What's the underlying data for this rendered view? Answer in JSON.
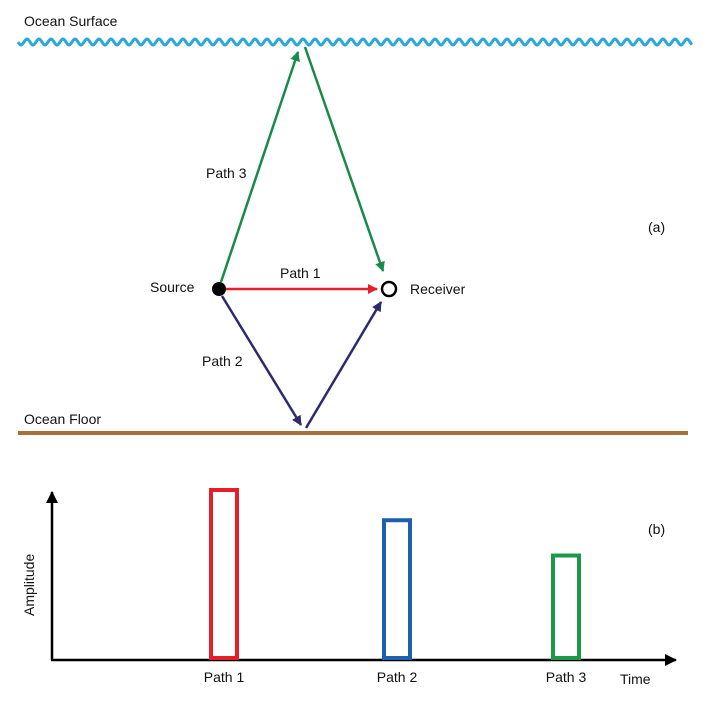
{
  "panel_a": {
    "label": "(a)",
    "surface_label": "Ocean Surface",
    "floor_label": "Ocean Floor",
    "source_label": "Source",
    "receiver_label": "Receiver",
    "paths": [
      {
        "label": "Path 1",
        "color": "#e3202a"
      },
      {
        "label": "Path 2",
        "color": "#2b2a6e"
      },
      {
        "label": "Path 3",
        "color": "#1a8a4b"
      }
    ],
    "surface_color": "#2aa9e0",
    "floor_color": "#a5703a"
  },
  "panel_b": {
    "label": "(b)",
    "y_axis_label": "Amplitude",
    "x_axis_label": "Time"
  },
  "chart_data": {
    "type": "bar",
    "categories": [
      "Path 1",
      "Path 2",
      "Path 3"
    ],
    "values": [
      1.0,
      0.82,
      0.61
    ],
    "colors": [
      "#e3202a",
      "#1f5fb0",
      "#1a9a48"
    ],
    "xlabel": "Time",
    "ylabel": "Amplitude"
  }
}
